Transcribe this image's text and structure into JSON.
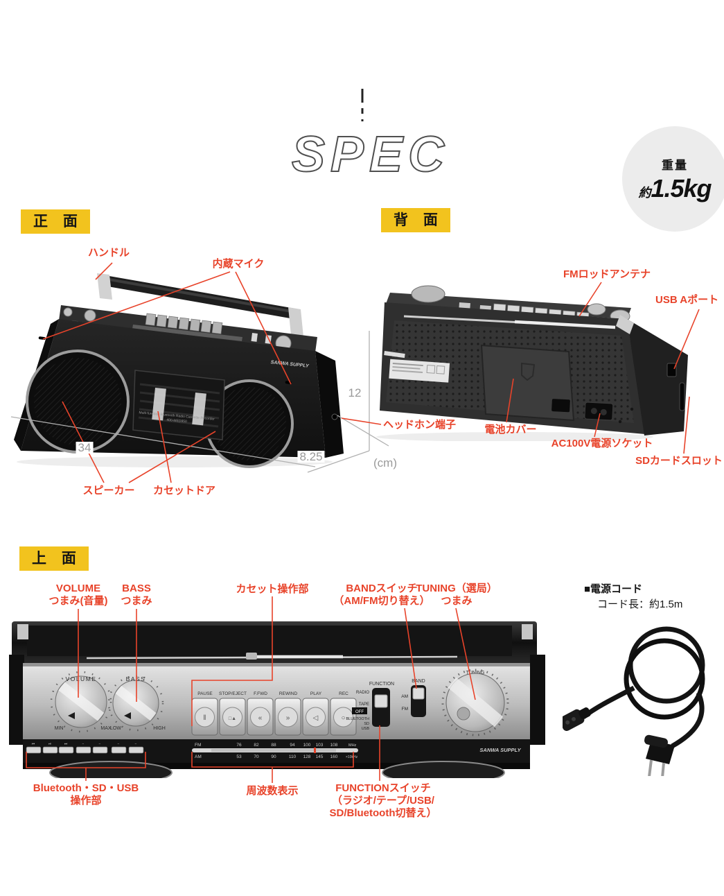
{
  "colors": {
    "annotation_red": "#e8432a",
    "badge_yellow": "#f2c31e",
    "dimension_gray": "#9a9a9a",
    "weight_circle_bg": "#ececec"
  },
  "header": {
    "title": "SPEC",
    "weight_label": "重量",
    "weight_prefix": "約",
    "weight_value": "1.5kg"
  },
  "front_section": {
    "heading": "正 面",
    "annotations": {
      "handle": "ハンドル",
      "mic": "内蔵マイク",
      "headphone": "ヘッドホン端子",
      "speaker": "スピーカー",
      "cassette_door": "カセットドア"
    },
    "dimensions": {
      "width": "34",
      "height": "12",
      "depth": "8.25",
      "unit": "(cm)"
    },
    "device": {
      "line1": "Multi-function Bluetooth Radio Cassette Recorder",
      "line2": "400-MED950",
      "brand": "SANWA SUPPLY"
    }
  },
  "back_section": {
    "heading": "背 面",
    "annotations": {
      "fm_antenna": "FMロッドアンテナ",
      "usb_port": "USB Aポート",
      "battery_cover": "電池カバー",
      "ac_socket": "AC100V電源ソケット",
      "sd_slot": "SDカードスロット"
    }
  },
  "top_section": {
    "heading": "上 面",
    "annotations": {
      "volume_1": "VOLUME",
      "volume_2": "つまみ(音量)",
      "bass_1": "BASS",
      "bass_2": "つまみ",
      "cassette_ops": "カセット操作部",
      "band_1": "BANDスイッチ",
      "band_2": "（AM/FM切り替え）",
      "tuning_1": "TUNING（選局）",
      "tuning_2": "つまみ",
      "bt_1": "Bluetooth・SD・USB",
      "bt_2": "操作部",
      "freq": "周波数表示",
      "function_1": "FUNCTIONスイッチ",
      "function_2": "（ラジオ/テープ/USB/",
      "function_3": "SD/Bluetooth切替え）"
    },
    "device": {
      "knobs": {
        "volume": "VOLUME",
        "min": "MIN",
        "max": "MAX",
        "bass": "BASS",
        "low": "LOW",
        "high": "HIGH",
        "tuning": "TUNING"
      },
      "cassette_buttons": [
        {
          "label": "PAUSE",
          "glyph": "‖"
        },
        {
          "label": "STOP/EJECT",
          "glyph": "□▲"
        },
        {
          "label": "F.FWD",
          "glyph": "«"
        },
        {
          "label": "REWIND",
          "glyph": "»"
        },
        {
          "label": "PLAY",
          "glyph": "◁"
        },
        {
          "label": "REC",
          "glyph": "○"
        }
      ],
      "function_switch": {
        "title": "FUNCTION",
        "opt_radio": "RADIO",
        "opt_tape": "TAPE",
        "off": "OFF",
        "opt_bt": "BLUETOOTH",
        "opt_sd": "SD",
        "opt_usb": "USB"
      },
      "band_switch": {
        "title": "BAND",
        "am": "AM",
        "fm": "FM"
      },
      "freq": {
        "fm": "FM",
        "fm_unit": "MHz",
        "fm_ticks": [
          "76",
          "82",
          "88",
          "94",
          "100",
          "103",
          "108"
        ],
        "am": "AM",
        "am_unit": "×10kHz",
        "am_ticks": [
          "53",
          "70",
          "90",
          "110",
          "128",
          "145",
          "160"
        ]
      },
      "bt_icons": [
        "⏮",
        "⏯",
        "⏭",
        "−",
        "−",
        "−",
        "−"
      ],
      "brand": "SANWA SUPPLY"
    }
  },
  "power_cord": {
    "title": "■電源コード",
    "length_note": "コード長：約1.5m"
  }
}
